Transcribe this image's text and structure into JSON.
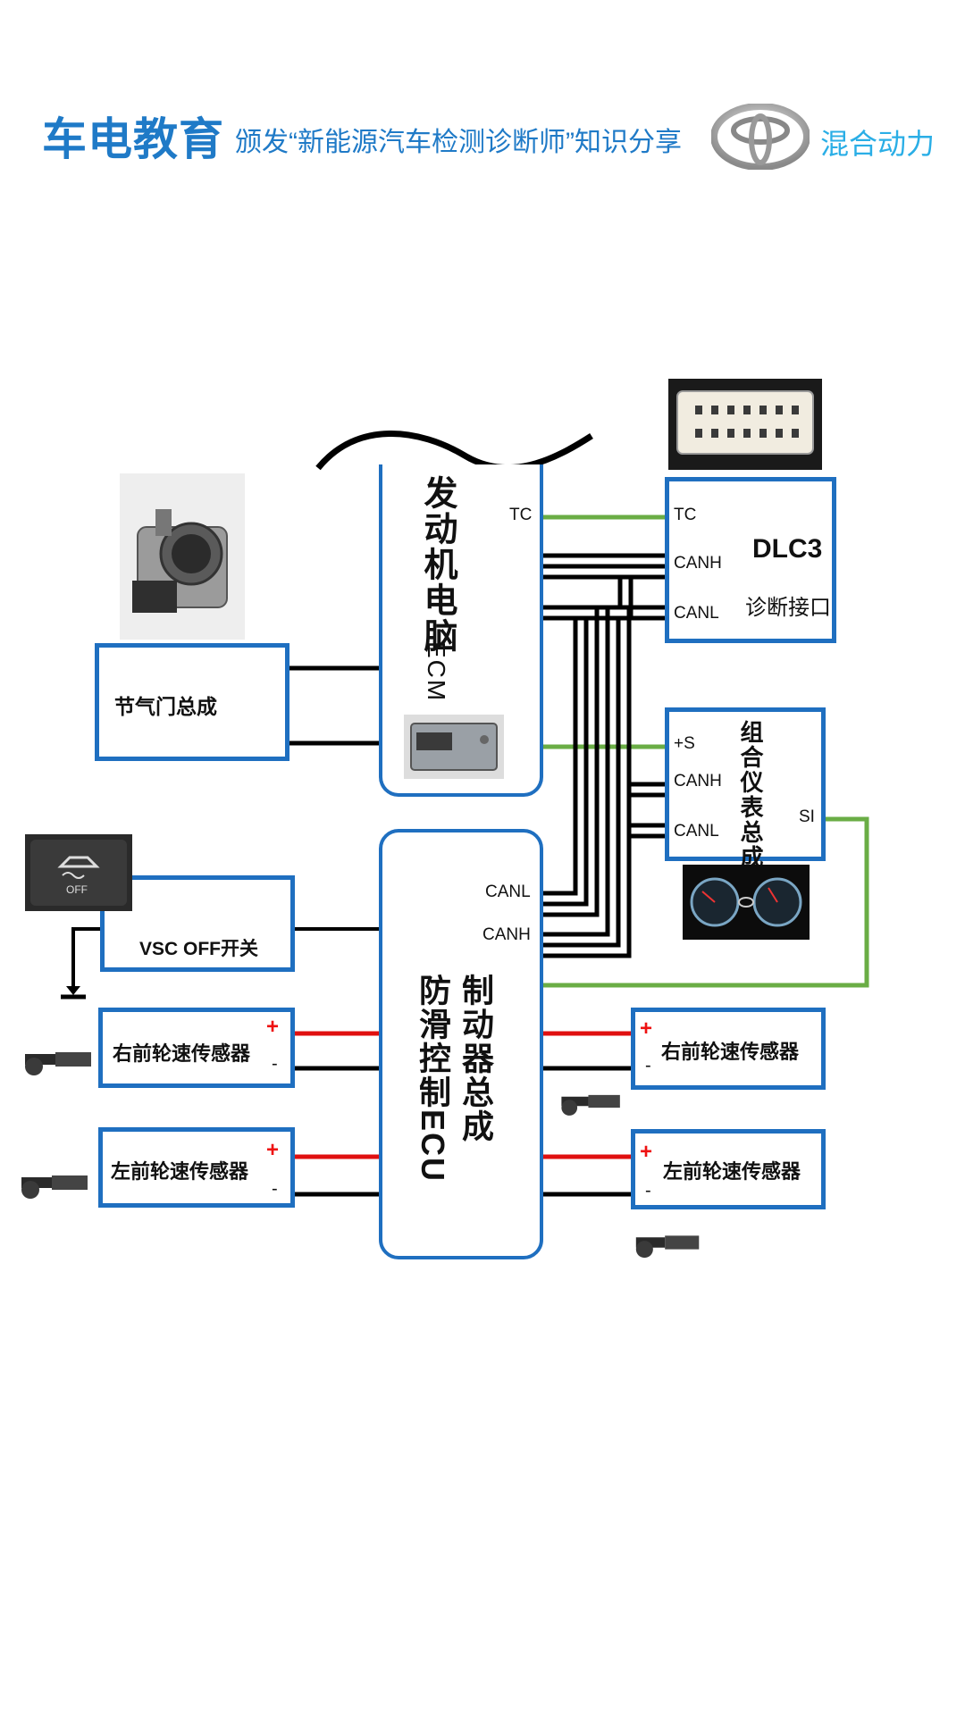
{
  "header": {
    "brand": "车电教育",
    "subtitle": "颁发“新能源汽车检测诊断师”知识分享",
    "hybrid": "混合动力",
    "logo_icon": "toyota-logo-icon"
  },
  "engine_ecu": {
    "title": "发动机电脑",
    "suffix": "ECM",
    "pin_tc": "TC"
  },
  "dlc3": {
    "title": "DLC3",
    "subtitle": "诊断接口",
    "pins": [
      "TC",
      "CANH",
      "CANL"
    ]
  },
  "meter": {
    "title": "组合仪表总成",
    "pins": [
      "+S",
      "CANH",
      "CANL"
    ],
    "pin_si": "SI"
  },
  "throttle": {
    "label": "节气门总成"
  },
  "vsc": {
    "label": "VSC OFF开关"
  },
  "brake_ecu": {
    "title_line1": "制动器总成",
    "title_line2": "防滑控制ECU",
    "pins": [
      "CANL",
      "CANH"
    ]
  },
  "sensors": {
    "left_top": "右前轮速传感器",
    "left_bottom": "左前轮速传感器",
    "right_top": "右前轮速传感器",
    "right_bottom": "左前轮速传感器",
    "plus": "+",
    "minus": "-"
  },
  "colors": {
    "accent": "#1f7ac7",
    "box_border": "#1f6fc0",
    "signal_green": "#6aad45",
    "power_red": "#e01010",
    "wire_black": "#000000"
  }
}
